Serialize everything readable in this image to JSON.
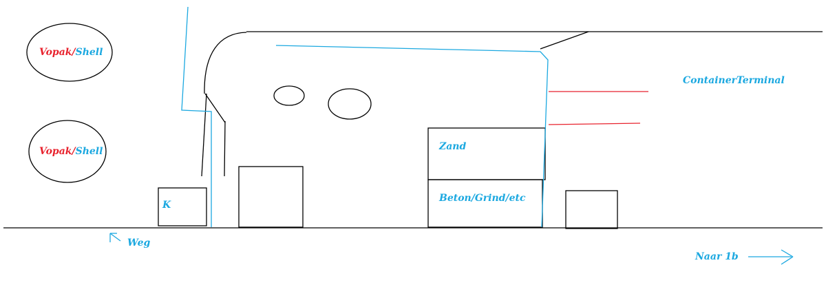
{
  "labels": {
    "tank_company": "Vopak",
    "tank_separator": "/",
    "tank_partner": "Shell",
    "container_terminal": "ContainerTerminal",
    "sand": "Zand",
    "concrete": "Beton/Grind/etc",
    "k_box": "K",
    "road": "Weg",
    "to_1b": "Naar 1b"
  },
  "colors": {
    "ink": "#000000",
    "water_line": "#1ba8e0",
    "red_line": "#e8222d",
    "text_blue": "#1ba8e0",
    "text_red": "#e8222d"
  }
}
